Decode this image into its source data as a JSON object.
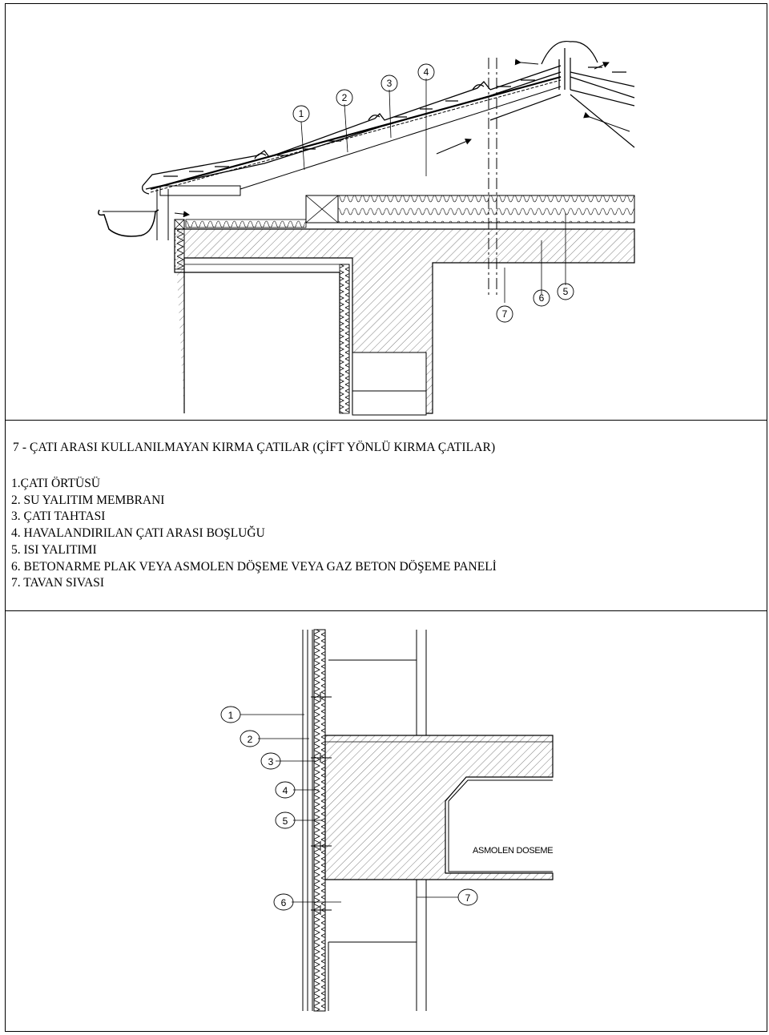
{
  "caption": "7 -  ÇATI ARASI KULLANILMAYAN KIRMA ÇATILAR (ÇİFT YÖNLÜ KIRMA ÇATILAR)",
  "legend": [
    "1.ÇATI ÖRTÜSÜ",
    "2. SU YALITIM MEMBRANI",
    "3. ÇATI TAHTASI",
    "4. HAVALANDIRILAN ÇATI ARASI BOŞLUĞU",
    "5. ISI YALITIMI",
    "6. BETONARME PLAK VEYA ASMOLEN DÖŞEME VEYA GAZ BETON DÖŞEME PANELİ",
    "7. TAVAN SIVASI"
  ],
  "top_drawing": {
    "callouts": [
      "1",
      "2",
      "3",
      "4",
      "5",
      "6",
      "7"
    ]
  },
  "bottom_drawing": {
    "callouts": [
      "1",
      "2",
      "3",
      "4",
      "5",
      "6",
      "7"
    ],
    "slab_label": "ASMOLEN DOSEME"
  },
  "colors": {
    "line": "#000000",
    "background": "#ffffff"
  }
}
